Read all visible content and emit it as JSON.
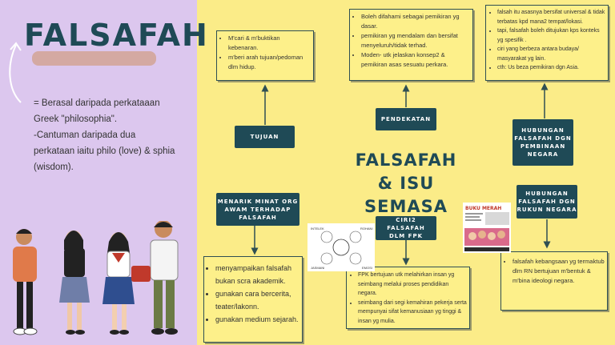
{
  "sidebar": {
    "title": "FALSAFAH",
    "definition": [
      "= Berasal daripada perkataaan",
      "Greek \"philosophia\".",
      "-Cantuman daripada dua",
      "perkataan iaitu philo (love) & sphia",
      "(wisdom)."
    ]
  },
  "center_title": [
    "FALSAFAH & ISU",
    "SEMASA"
  ],
  "nodes": {
    "tujuan": {
      "label": "TUJUAN",
      "points": [
        "M'cari & m'buktikan kebenaran.",
        "m'beri arah tujuan/pedoman dlm hidup."
      ]
    },
    "pendekatan": {
      "label": "PENDEKATAN",
      "points": [
        "Boleh difahami sebagai pemikiran yg dasar.",
        "pemikiran yg mendalam dan bersifat menyeluruh/tidak terhad.",
        "Moden- utk jelaskan konsep2 & pemikiran asas sesuatu perkara."
      ]
    },
    "hubungan_pembinaan": {
      "label": [
        "HUBUNGAN",
        "FALSAFAH DGN",
        "PEMBINAAN",
        "NEGARA"
      ],
      "points": [
        "falsah itu asasnya bersifat universal & tidak terbatas kpd mana2 tempat/lokasi.",
        "tapi, falsafah boleh ditujukan kps konteks yg spesifik .",
        "ciri yang berbeza antara budaya/ masyarakat yg lain.",
        "cth: Us beza pemikiran dgn Asia."
      ]
    },
    "menarik_minat": {
      "label": [
        "MENARIK MINAT ORG",
        "AWAM TERHADAP",
        "FALSAFAH"
      ],
      "points": [
        "menyampaikan falsafah bukan scra akademik.",
        "gunakan cara bercerita, teater/lakonn.",
        "gunakan medium sejarah."
      ]
    },
    "ciri2": {
      "label": [
        "CIRI2 FALSAFAH",
        "DLM FPK"
      ],
      "points": [
        "FPK bertujuan utk melahirkan insan yg seimbang melalui proses pendidikan negara.",
        "seimbang dari segi kemahiran pekerja serta mempunyai sifat kemanusiaan yg tinggi & insan yg mulia."
      ]
    },
    "hubungan_rukun": {
      "label": [
        "HUBUNGAN",
        "FALSAFAH DGN",
        "RUKUN NEGARA"
      ],
      "points": [
        "falsafah kebangsaan yg termaktub dlm RN bertujuan m'bentuk & m'bina ideologi negara."
      ]
    }
  },
  "images": {
    "diagram_labels": [
      "INTELEK",
      "ROHANI",
      "JASMANI",
      "EMOSI"
    ],
    "news_headline": "BUKU MERAH"
  },
  "colors": {
    "background": "#fbec88",
    "sidebar": "#dcc7ee",
    "accent": "#1f4a56",
    "highlight": "#d4a9a2"
  }
}
